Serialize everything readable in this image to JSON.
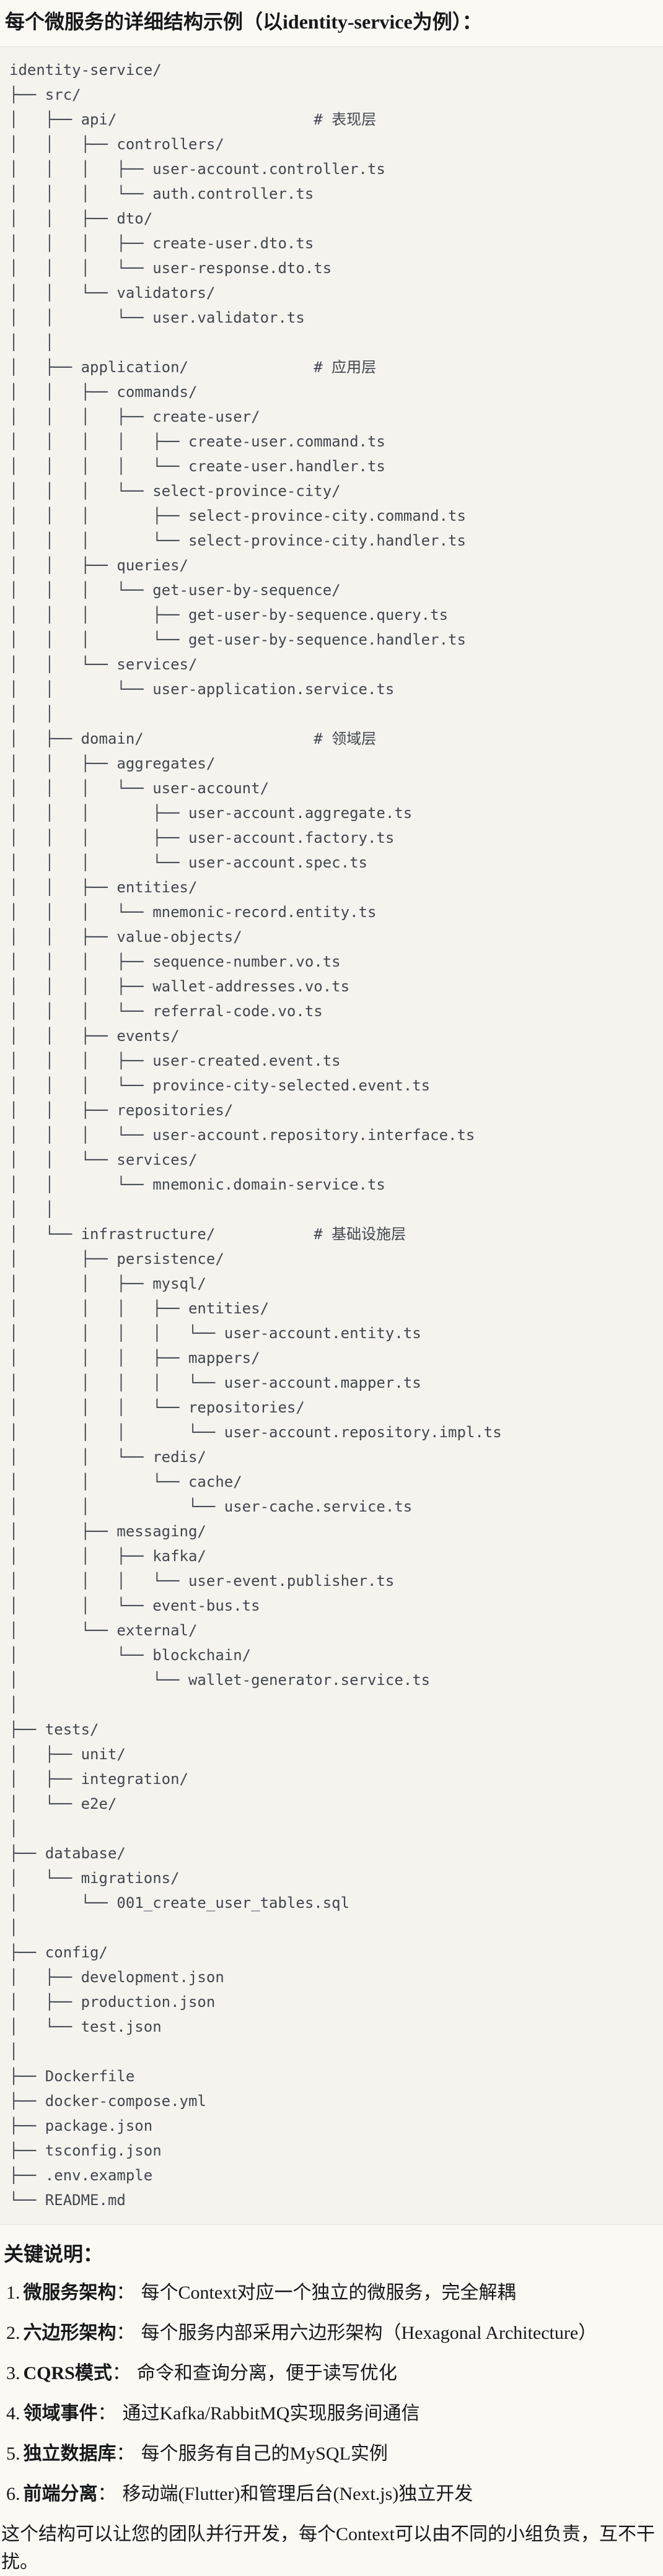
{
  "title": "每个微服务的详细结构示例（以identity-service为例）：",
  "code_block": {
    "language": "plaintext",
    "lines": [
      "identity-service/",
      "├── src/",
      "│   ├── api/                      # 表现层",
      "│   │   ├── controllers/",
      "│   │   │   ├── user-account.controller.ts",
      "│   │   │   └── auth.controller.ts",
      "│   │   ├── dto/",
      "│   │   │   ├── create-user.dto.ts",
      "│   │   │   └── user-response.dto.ts",
      "│   │   └── validators/",
      "│   │       └── user.validator.ts",
      "│   │",
      "│   ├── application/              # 应用层",
      "│   │   ├── commands/",
      "│   │   │   ├── create-user/",
      "│   │   │   │   ├── create-user.command.ts",
      "│   │   │   │   └── create-user.handler.ts",
      "│   │   │   └── select-province-city/",
      "│   │   │       ├── select-province-city.command.ts",
      "│   │   │       └── select-province-city.handler.ts",
      "│   │   ├── queries/",
      "│   │   │   └── get-user-by-sequence/",
      "│   │   │       ├── get-user-by-sequence.query.ts",
      "│   │   │       └── get-user-by-sequence.handler.ts",
      "│   │   └── services/",
      "│   │       └── user-application.service.ts",
      "│   │",
      "│   ├── domain/                   # 领域层",
      "│   │   ├── aggregates/",
      "│   │   │   └── user-account/",
      "│   │   │       ├── user-account.aggregate.ts",
      "│   │   │       ├── user-account.factory.ts",
      "│   │   │       └── user-account.spec.ts",
      "│   │   ├── entities/",
      "│   │   │   └── mnemonic-record.entity.ts",
      "│   │   ├── value-objects/",
      "│   │   │   ├── sequence-number.vo.ts",
      "│   │   │   ├── wallet-addresses.vo.ts",
      "│   │   │   └── referral-code.vo.ts",
      "│   │   ├── events/",
      "│   │   │   ├── user-created.event.ts",
      "│   │   │   └── province-city-selected.event.ts",
      "│   │   ├── repositories/",
      "│   │   │   └── user-account.repository.interface.ts",
      "│   │   └── services/",
      "│   │       └── mnemonic.domain-service.ts",
      "│   │",
      "│   └── infrastructure/           # 基础设施层",
      "│       ├── persistence/",
      "│       │   ├── mysql/",
      "│       │   │   ├── entities/",
      "│       │   │   │   └── user-account.entity.ts",
      "│       │   │   ├── mappers/",
      "│       │   │   │   └── user-account.mapper.ts",
      "│       │   │   └── repositories/",
      "│       │   │       └── user-account.repository.impl.ts",
      "│       │   └── redis/",
      "│       │       └── cache/",
      "│       │           └── user-cache.service.ts",
      "│       ├── messaging/",
      "│       │   ├── kafka/",
      "│       │   │   └── user-event.publisher.ts",
      "│       │   └── event-bus.ts",
      "│       └── external/",
      "│           └── blockchain/",
      "│               └── wallet-generator.service.ts",
      "│",
      "├── tests/",
      "│   ├── unit/",
      "│   ├── integration/",
      "│   └── e2e/",
      "│",
      "├── database/",
      "│   └── migrations/",
      "│       └── 001_create_user_tables.sql",
      "│",
      "├── config/",
      "│   ├── development.json",
      "│   ├── production.json",
      "│   └── test.json",
      "│",
      "├── Dockerfile",
      "├── docker-compose.yml",
      "├── package.json",
      "├── tsconfig.json",
      "├── .env.example",
      "└── README.md"
    ]
  },
  "notes": {
    "heading": "关键说明：",
    "colon": "：",
    "items": [
      {
        "num": "1.",
        "label": "微服务架构",
        "text": "每个Context对应一个独立的微服务，完全解耦"
      },
      {
        "num": "2.",
        "label": "六边形架构",
        "text": "每个服务内部采用六边形架构（Hexagonal Architecture）"
      },
      {
        "num": "3.",
        "label": "CQRS模式",
        "text": "命令和查询分离，便于读写优化"
      },
      {
        "num": "4.",
        "label": "领域事件",
        "text": "通过Kafka/RabbitMQ实现服务间通信"
      },
      {
        "num": "5.",
        "label": "独立数据库",
        "text": "每个服务有自己的MySQL实例"
      },
      {
        "num": "6.",
        "label": "前端分离",
        "text": "移动端(Flutter)和管理后台(Next.js)独立开发"
      }
    ],
    "closing": "这个结构可以让您的团队并行开发，每个Context可以由不同的小组负责，互不干扰。"
  },
  "colors": {
    "page_background": "#faf9f4",
    "code_background": "#f4f3ee",
    "code_border": "#e5e4de",
    "code_text": "#42464e",
    "body_text": "#17181a"
  }
}
